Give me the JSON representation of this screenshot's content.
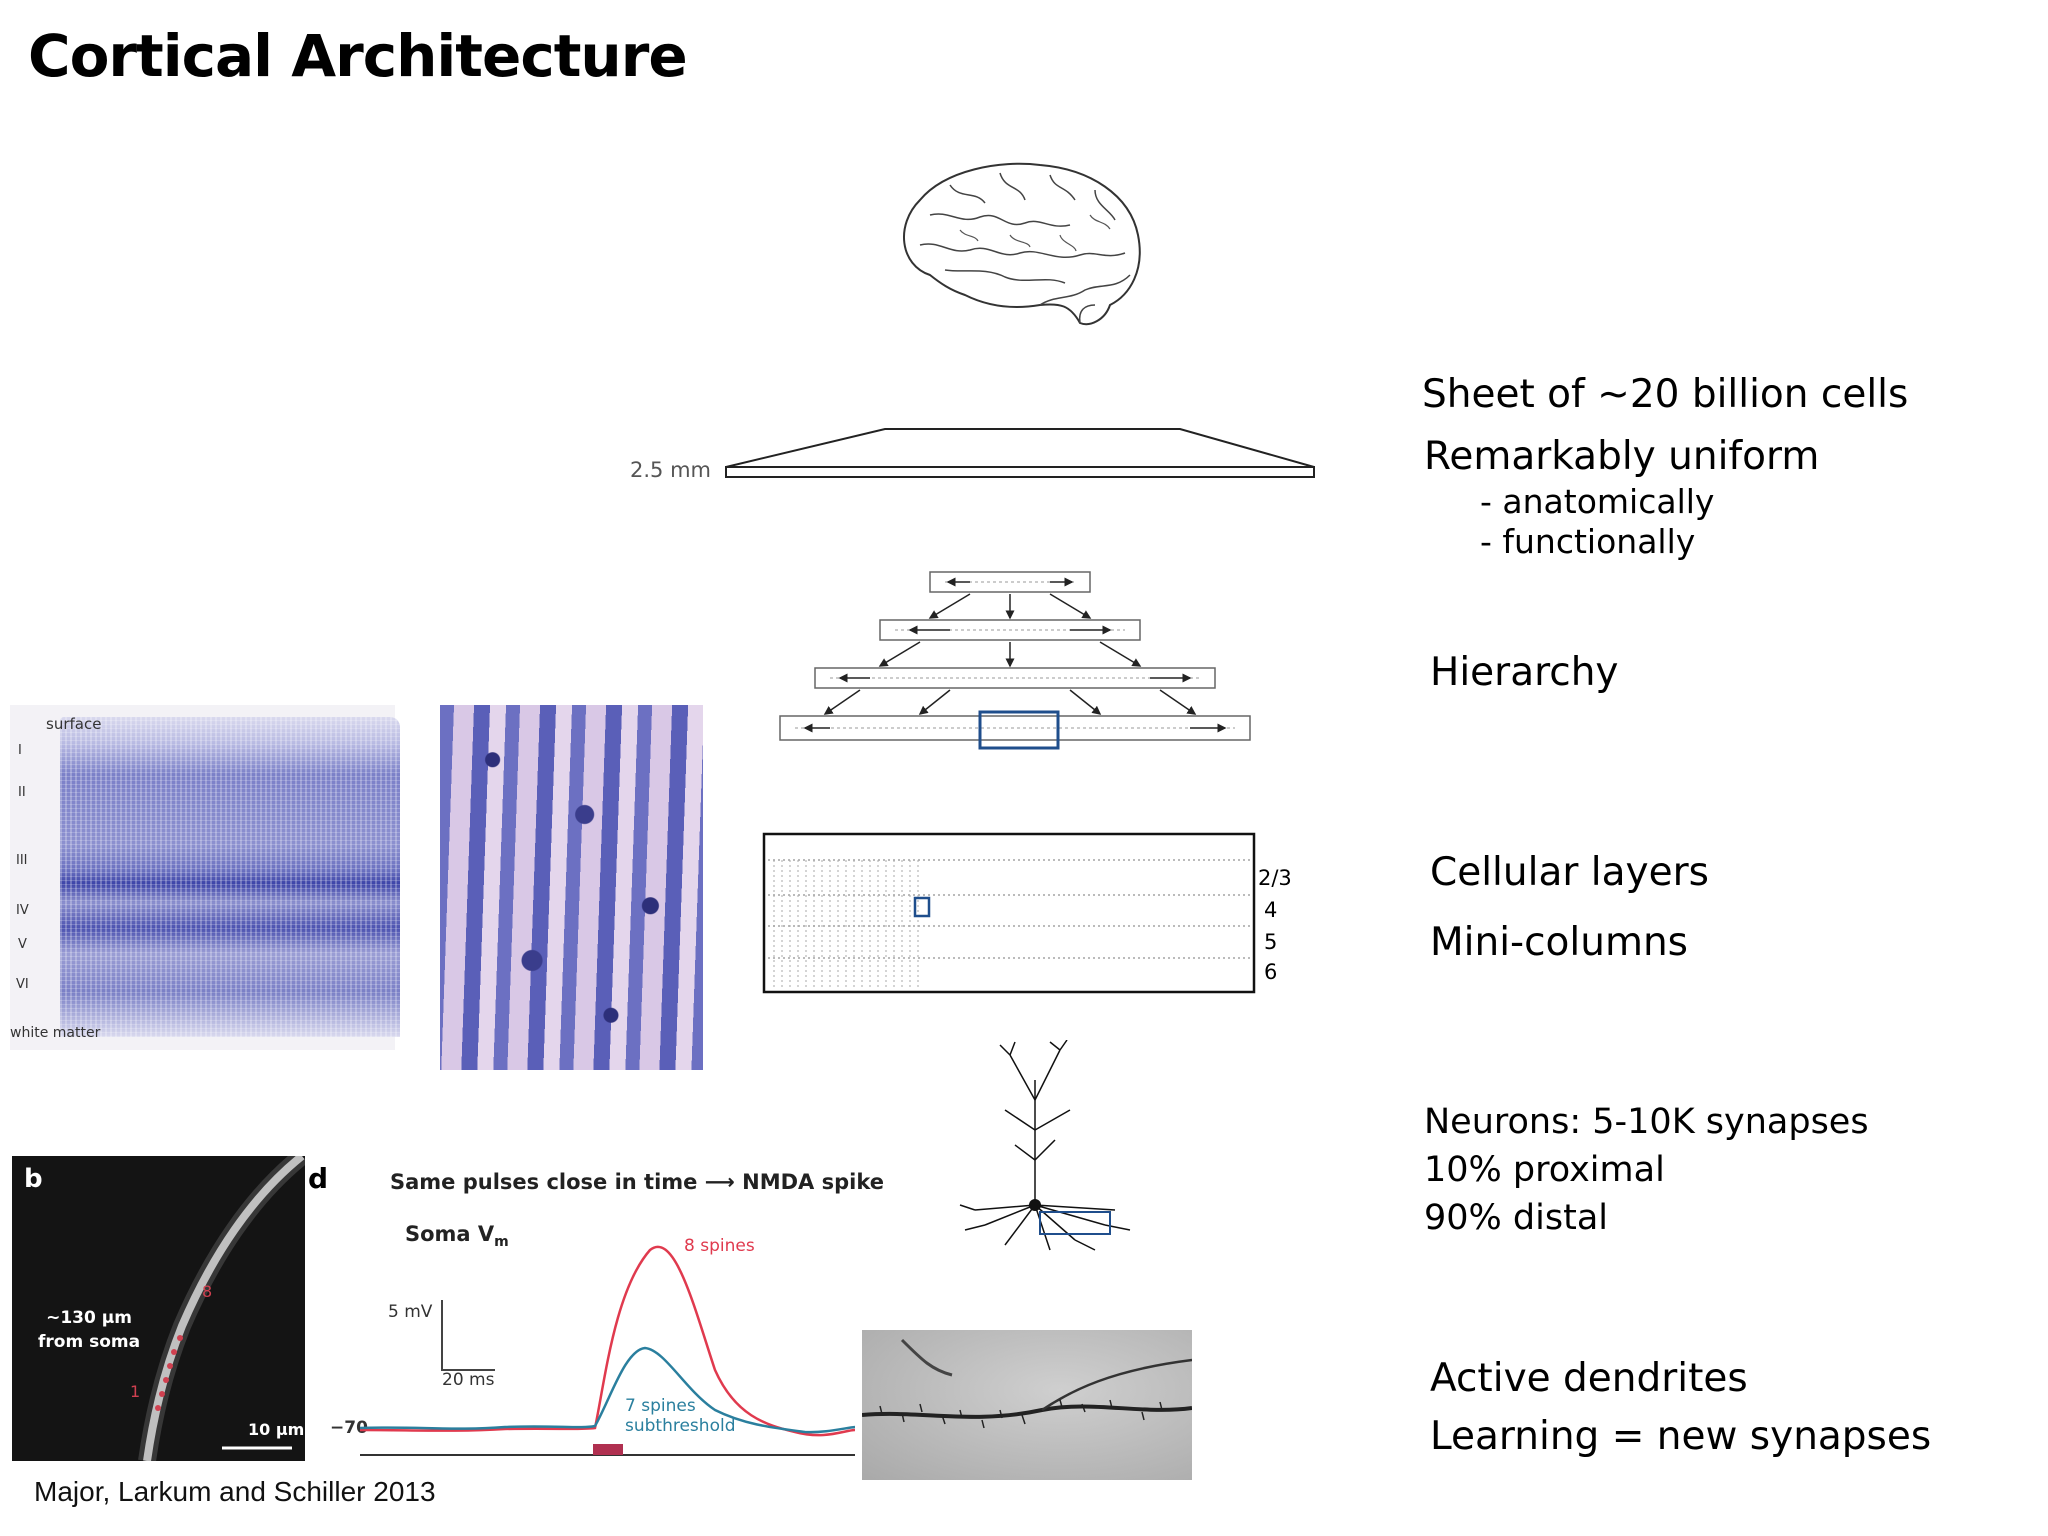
{
  "slide": {
    "title": "Cortical Architecture"
  },
  "sheet": {
    "thickness_label": "2.5 mm"
  },
  "layers_diagram": {
    "labels": [
      "2/3",
      "4",
      "5",
      "6"
    ]
  },
  "histology": {
    "surface_label": "surface",
    "layer_numerals": [
      "I",
      "II",
      "III",
      "IV",
      "V",
      "VI"
    ],
    "white_matter_label": "white matter"
  },
  "figure": {
    "panel_b_label": "b",
    "panel_d_label": "d",
    "distance_label_1": "~130 µm",
    "distance_label_2": "from soma",
    "scale_bar_label": "10 µm",
    "spine_marker_8": "8",
    "spine_marker_1": "1",
    "header_left": "Same pulses close in time",
    "header_right": "NMDA spike",
    "soma_label": "Soma V",
    "soma_sub": "m",
    "scale_mv": "5 mV",
    "scale_ms": "20 ms",
    "baseline": "−70",
    "trace_8_label": "8 spines",
    "trace_7_label_1": "7 spines",
    "trace_7_label_2": "subthreshold",
    "colors": {
      "red_trace": "#e03a4e",
      "blue_trace": "#2a7f9e"
    },
    "citation": "Major, Larkum and Schiller 2013"
  },
  "right_column": {
    "sheet_cells": "Sheet of ~20 billion cells",
    "uniform": "Remarkably uniform",
    "anatomically": "- anatomically",
    "functionally": "- functionally",
    "hierarchy": "Hierarchy",
    "cellular_layers": "Cellular layers",
    "mini_columns": "Mini-columns",
    "neurons": "Neurons: 5-10K synapses",
    "proximal": "10% proximal",
    "distal": "90% distal",
    "active_dendrites": "Active dendrites",
    "learning": "Learning = new synapses"
  },
  "palette": {
    "stain": "#5a5fb8",
    "highlight_box": "#1f4e8c"
  }
}
